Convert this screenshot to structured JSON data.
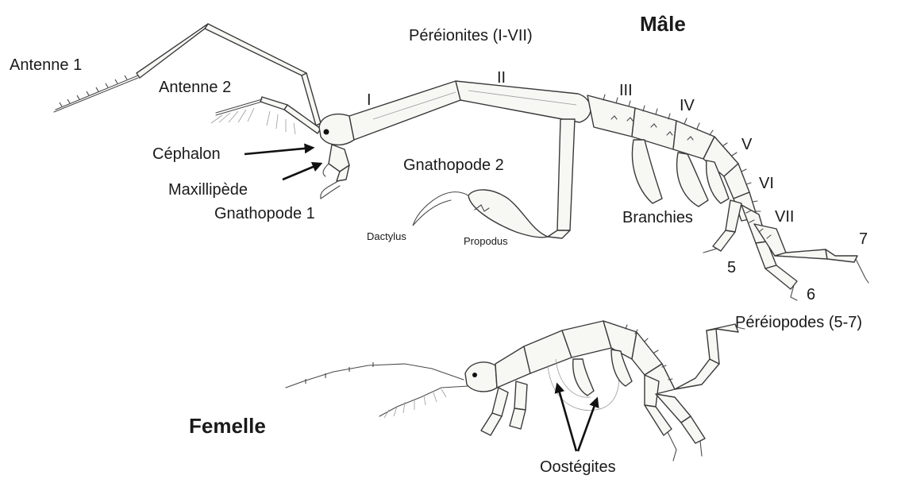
{
  "diagram": {
    "male": {
      "title": "Mâle",
      "labels": {
        "antenna1": "Antenne 1",
        "antenna2": "Antenne 2",
        "pereionites": "Péréionites (I-VII)",
        "cephalon": "Céphalon",
        "maxilliped": "Maxillipède",
        "gnathopod1": "Gnathopode 1",
        "gnathopod2": "Gnathopode 2",
        "dactylus": "Dactylus",
        "propodus": "Propodus",
        "branchies": "Branchies",
        "pereiopods": "Péréiopodes (5-7)"
      },
      "segments": [
        "I",
        "II",
        "III",
        "IV",
        "V",
        "VI",
        "VII"
      ],
      "leg_numbers": [
        "5",
        "6",
        "7"
      ]
    },
    "female": {
      "title": "Femelle",
      "labels": {
        "oostegites": "Oostégites"
      }
    }
  }
}
